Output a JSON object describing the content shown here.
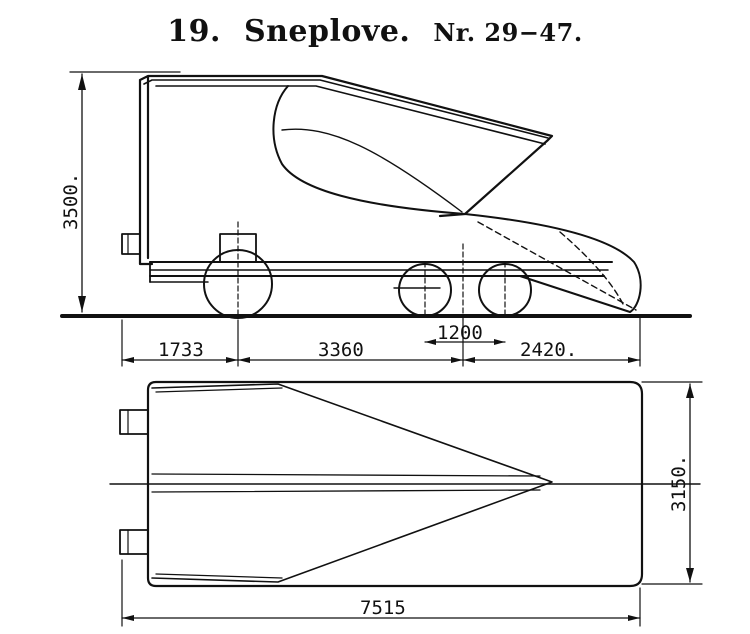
{
  "title": {
    "number": "19.",
    "name": "Sneplove.",
    "range": "Nr. 29−47."
  },
  "dimensions": {
    "height": "3500.",
    "front_overhang": "1733",
    "wheelbase_main": "3360",
    "bogie_spacing": "1200",
    "rear_overhang": "2420.",
    "width": "3150.",
    "total_length": "7515"
  },
  "colors": {
    "ink": "#111111",
    "paper": "#ffffff"
  }
}
